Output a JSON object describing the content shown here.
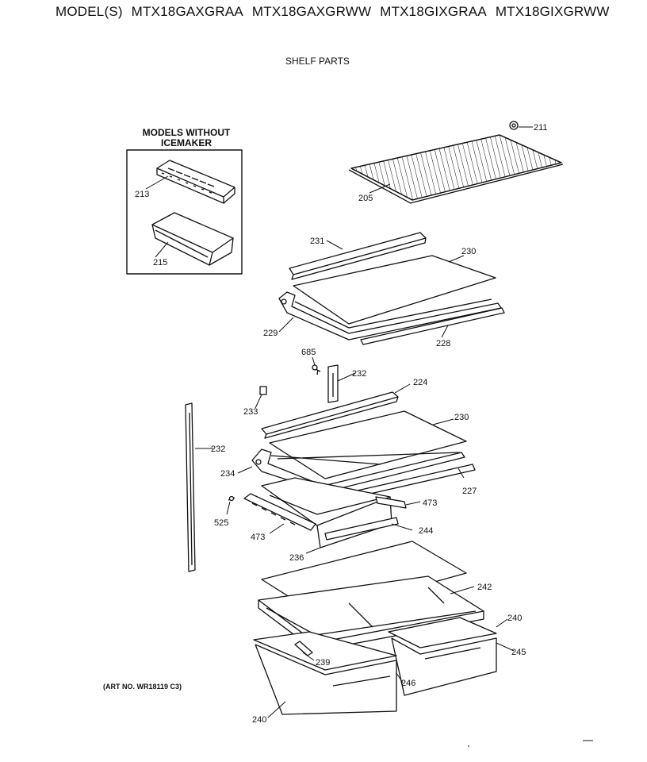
{
  "header": {
    "prefix": "MODEL(S)",
    "models": [
      "MTX18GAXGRAA",
      "MTX18GAXGRWW",
      "MTX18GIXGRAA",
      "MTX18GIXGRWW"
    ]
  },
  "subtitle": "SHELF PARTS",
  "inset": {
    "title_line1": "MODELS WITHOUT",
    "title_line2": "ICEMAKER"
  },
  "art_number": "(ART NO. WR18119 C3)",
  "parts": {
    "p211": "211",
    "p205": "205",
    "p213": "213",
    "p215": "215",
    "p231": "231",
    "p230a": "230",
    "p229": "229",
    "p228": "228",
    "p685": "685",
    "p232a": "232",
    "p224": "224",
    "p233": "233",
    "p230b": "230",
    "p232b": "232",
    "p234": "234",
    "p227": "227",
    "p473a": "473",
    "p525": "525",
    "p244": "244",
    "p473b": "473",
    "p236": "236",
    "p242": "242",
    "p240a": "240",
    "p245": "245",
    "p239": "239",
    "p246": "246",
    "p240b": "240"
  }
}
